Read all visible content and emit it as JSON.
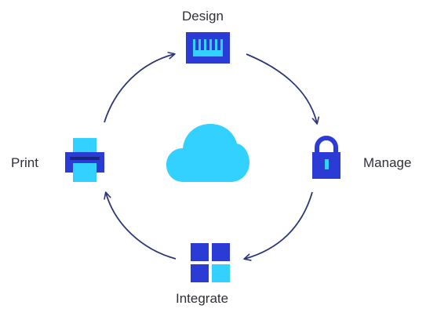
{
  "diagram": {
    "nodes": [
      {
        "id": "design",
        "label": "Design",
        "icon": "barcode-scanner-icon"
      },
      {
        "id": "manage",
        "label": "Manage",
        "icon": "padlock-icon"
      },
      {
        "id": "integrate",
        "label": "Integrate",
        "icon": "grid-tiles-icon"
      },
      {
        "id": "print",
        "label": "Print",
        "icon": "printer-icon"
      }
    ],
    "center_icon": "cloud-icon",
    "flow": [
      "design",
      "manage",
      "integrate",
      "print",
      "design"
    ]
  },
  "colors": {
    "navy": "#2b3bd6",
    "cyan": "#33d1ff",
    "arrow": "#2c3778",
    "text": "#2f3138"
  }
}
